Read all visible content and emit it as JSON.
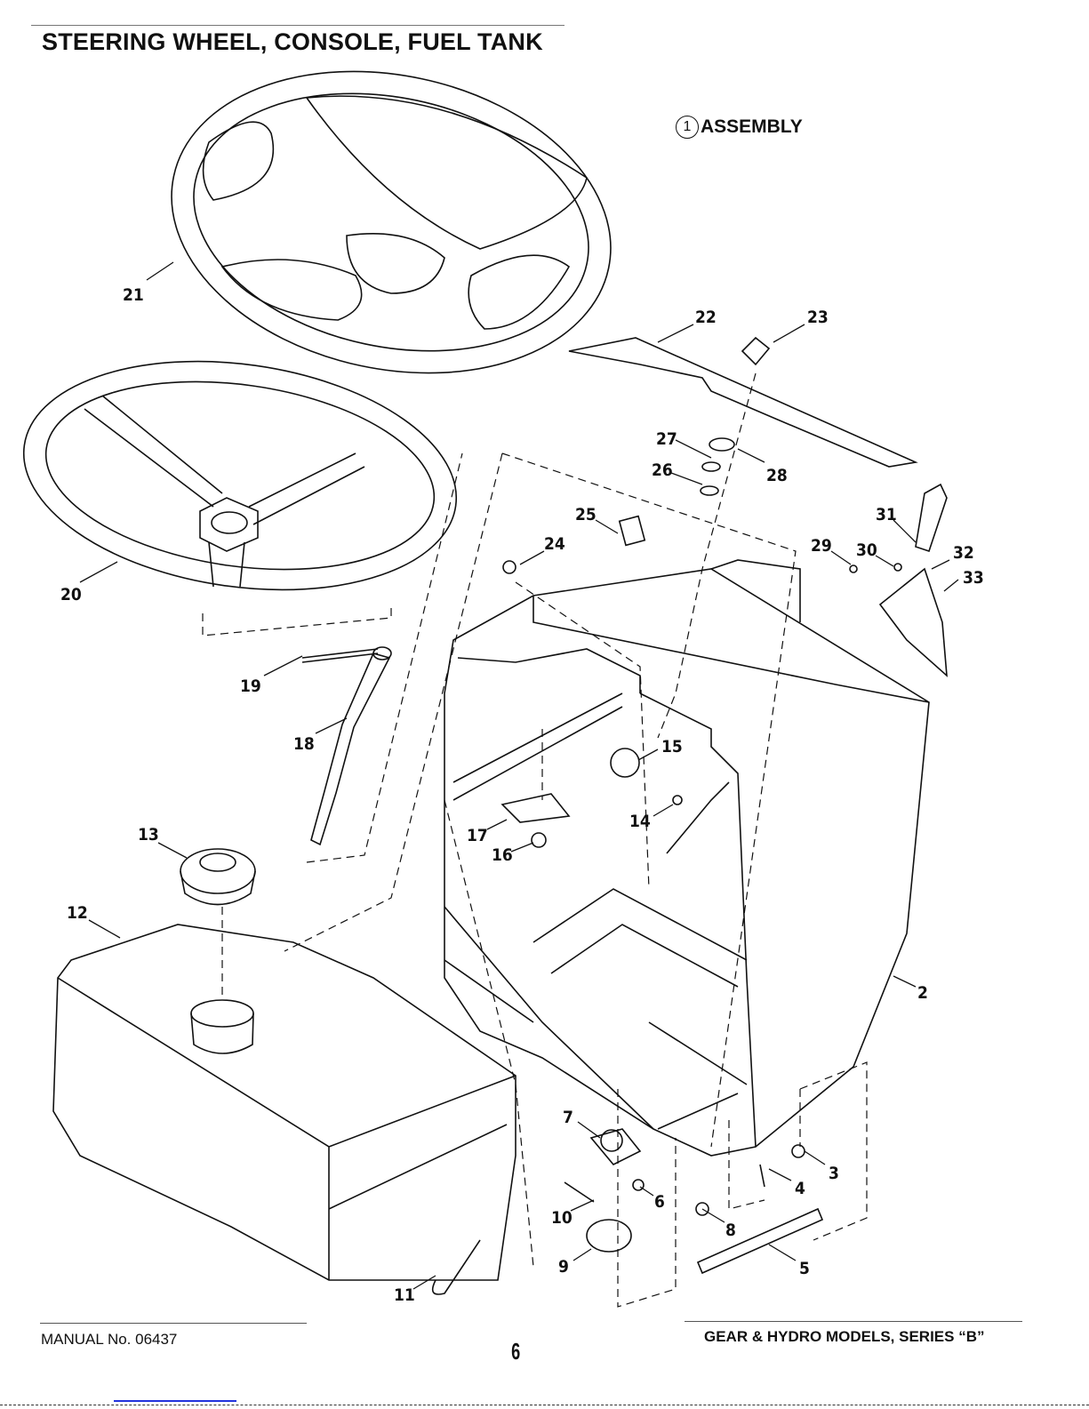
{
  "page": {
    "title": "STEERING WHEEL, CONSOLE, FUEL TANK",
    "assembly_number": "1",
    "assembly_label": "ASSEMBLY",
    "footer_left": "MANUAL No. 06437",
    "page_number": "6",
    "footer_right": "GEAR & HYDRO MODELS, SERIES “B”"
  },
  "callouts": [
    "21",
    "20",
    "19",
    "18",
    "13",
    "12",
    "22",
    "23",
    "27",
    "28",
    "26",
    "25",
    "24",
    "31",
    "29",
    "30",
    "32",
    "33",
    "15",
    "14",
    "17",
    "16",
    "2",
    "7",
    "3",
    "4",
    "6",
    "10",
    "8",
    "9",
    "5",
    "11"
  ]
}
